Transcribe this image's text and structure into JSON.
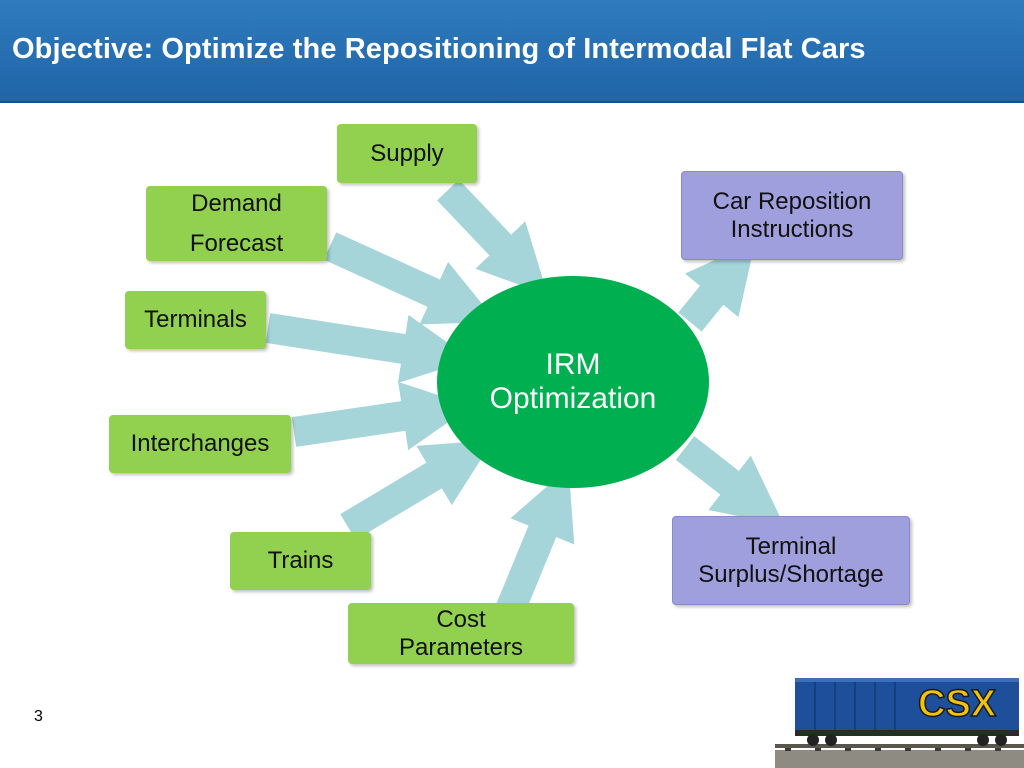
{
  "slide": {
    "title": "Objective: Optimize the Repositioning of Intermodal Flat Cars",
    "page_number": "3"
  },
  "center": {
    "line1": "IRM",
    "line2": "Optimization"
  },
  "inputs": {
    "supply": "Supply",
    "demand_forecast": [
      "Demand",
      "Forecast"
    ],
    "terminals": "Terminals",
    "interchanges": "Interchanges",
    "trains": "Trains",
    "cost_parameters": [
      "Cost",
      "Parameters"
    ]
  },
  "outputs": {
    "car_reposition": [
      "Car Reposition",
      "Instructions"
    ],
    "terminal_surplus": [
      "Terminal",
      "Surplus/Shortage"
    ]
  },
  "logo": {
    "text": "CSX"
  },
  "colors": {
    "title_bar": "#2270b3",
    "input_box": "#92d050",
    "output_box": "#a09fdd",
    "center": "#00b050",
    "arrow": "#a5d5d9"
  }
}
